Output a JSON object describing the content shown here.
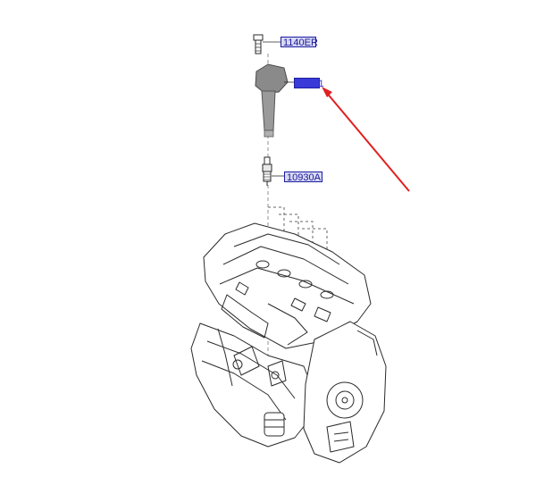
{
  "diagram": {
    "labels": {
      "bolt": "1140ER",
      "ignition_coil": "27301",
      "spark_plug": "10930A"
    },
    "colors": {
      "line": "#2a2a2a",
      "coil_fill": "#8a8a8a",
      "label_bg": "#d8d8f4",
      "label_selected_bg": "#3a3ad8",
      "label_text": "#1a1a9a",
      "arrow": "#e02020"
    }
  }
}
